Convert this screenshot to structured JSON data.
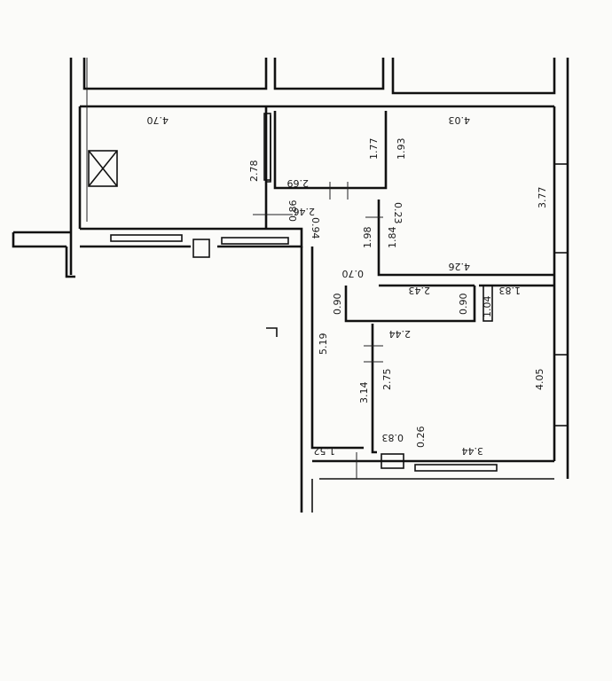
{
  "plan": {
    "dimensions": {
      "top_left_width": "4.70",
      "top_right_width": "4.03",
      "corridor_height": "2.78",
      "small_room_height": "1.77",
      "small_room_height_outer": "1.93",
      "small_room_width": "2.69",
      "hall_width_top": "2.46",
      "gap_0_86": "0.86",
      "gap_0_94": "0.94",
      "gap_0_23": "0.23",
      "right_room_height": "3.77",
      "passage_1_98": "1.98",
      "passage_1_84": "1.84",
      "right_room_width": "4.26",
      "door_0_70": "0.70",
      "closet_height_left": "0.90",
      "closet_width": "2.43",
      "closet_height_right": "0.90",
      "wall_1_04": "1.04",
      "wall_1_83": "1.83",
      "hall_length": "5.19",
      "lower_width_top": "2.44",
      "lower_height_outer": "3.14",
      "lower_height_inner": "2.75",
      "lower_room_height": "4.05",
      "bottom_0_83": "0.83",
      "bottom_0_26": "0.26",
      "bottom_3_44": "3.44",
      "bottom_1_52": "1.52"
    }
  }
}
